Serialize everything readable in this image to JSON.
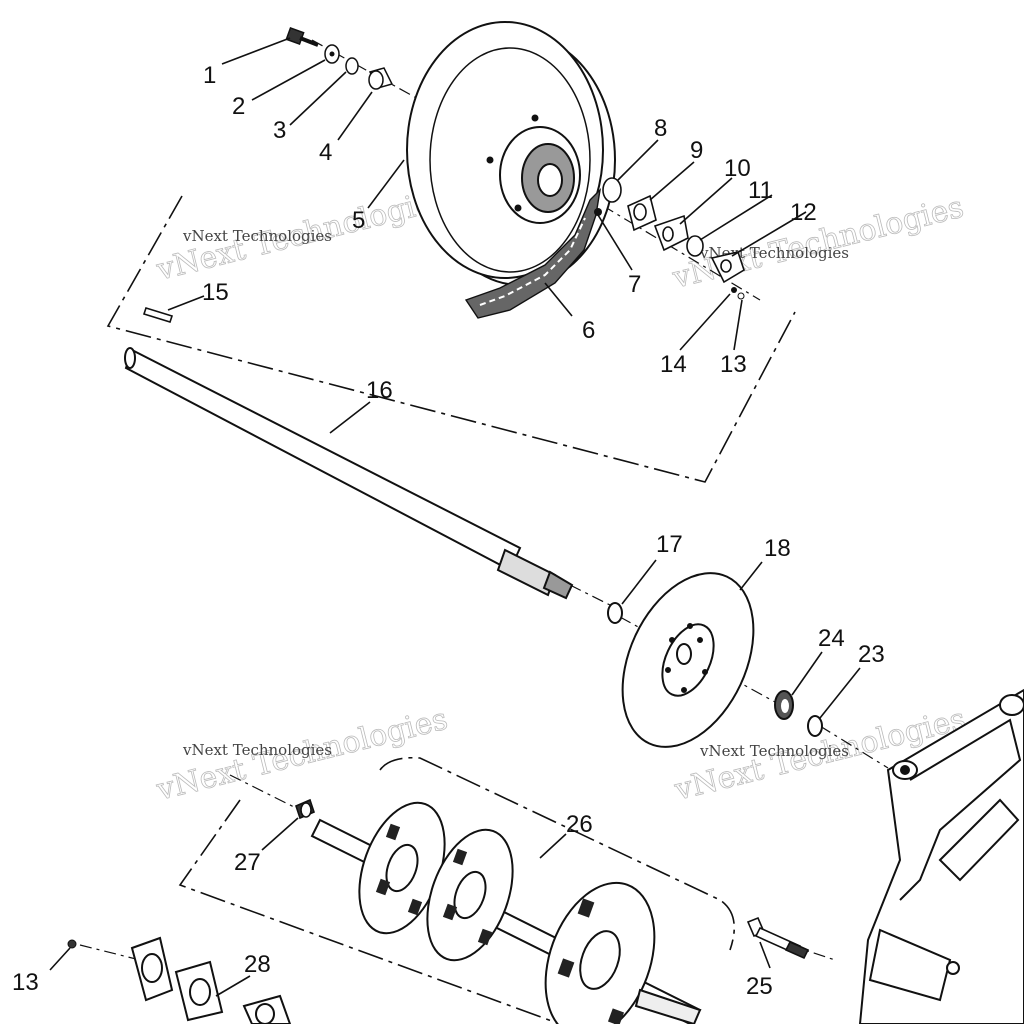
{
  "parts": [
    {
      "id": "p1",
      "number": "1"
    },
    {
      "id": "p2",
      "number": "2"
    },
    {
      "id": "p3",
      "number": "3"
    },
    {
      "id": "p4",
      "number": "4"
    },
    {
      "id": "p5",
      "number": "5"
    },
    {
      "id": "p6",
      "number": "6"
    },
    {
      "id": "p7",
      "number": "7"
    },
    {
      "id": "p8",
      "number": "8"
    },
    {
      "id": "p9",
      "number": "9"
    },
    {
      "id": "p10",
      "number": "10"
    },
    {
      "id": "p11",
      "number": "11"
    },
    {
      "id": "p12",
      "number": "12"
    },
    {
      "id": "p13a",
      "number": "13"
    },
    {
      "id": "p14",
      "number": "14"
    },
    {
      "id": "p15",
      "number": "15"
    },
    {
      "id": "p16",
      "number": "16"
    },
    {
      "id": "p17",
      "number": "17"
    },
    {
      "id": "p18",
      "number": "18"
    },
    {
      "id": "p23",
      "number": "23"
    },
    {
      "id": "p24",
      "number": "24"
    },
    {
      "id": "p25",
      "number": "25"
    },
    {
      "id": "p26",
      "number": "26"
    },
    {
      "id": "p27",
      "number": "27"
    },
    {
      "id": "p13b",
      "number": "13"
    },
    {
      "id": "p28",
      "number": "28"
    }
  ],
  "watermark": {
    "big": "vNext Technologies",
    "small": "vNext Technologies"
  }
}
